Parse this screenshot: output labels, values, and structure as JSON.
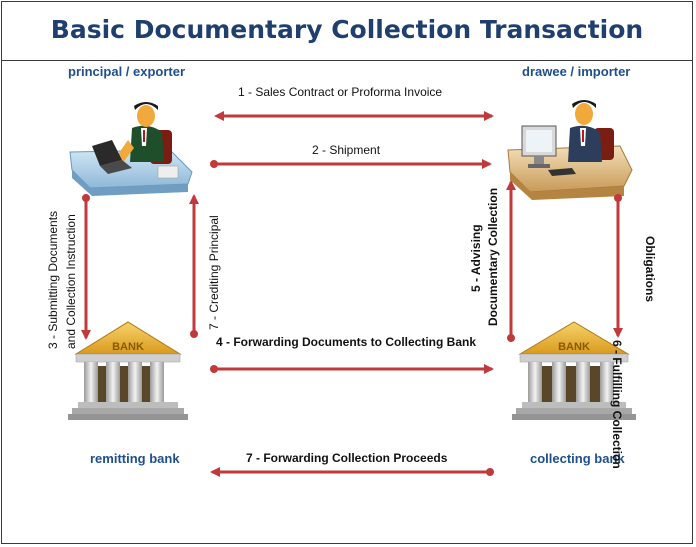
{
  "title": "Basic Documentary Collection Transaction",
  "parties": {
    "principal": "principal / exporter",
    "drawee": "drawee / importer",
    "remitting_bank": "remitting bank",
    "collecting_bank": "collecting bank"
  },
  "bank_sign": "BANK",
  "flows": {
    "f1": "1 - Sales Contract or Proforma Invoice",
    "f2": "2 - Shipment",
    "f3a": "3 - Submitting Documents",
    "f3b": "and Collection Instruction",
    "f4": "4 - Forwarding Documents to Collecting Bank",
    "f5a": "5 - Advising",
    "f5b": "Documentary Collection",
    "f6a": "6 - Fulfilling Collection",
    "f6b": "Obligations",
    "f7a": "7 - Crediting Principal",
    "f7b": "7 - Forwarding Collection Proceeds"
  },
  "colors": {
    "title": "#1f3f6e",
    "party_label": "#1f4f8f",
    "arrow": "#c0393b",
    "bank_roof": "#e8b030",
    "bank_column": "#d8d8d8"
  },
  "icons": [
    "person-at-laptop-icon",
    "person-at-desktop-icon",
    "bank-building-icon"
  ]
}
